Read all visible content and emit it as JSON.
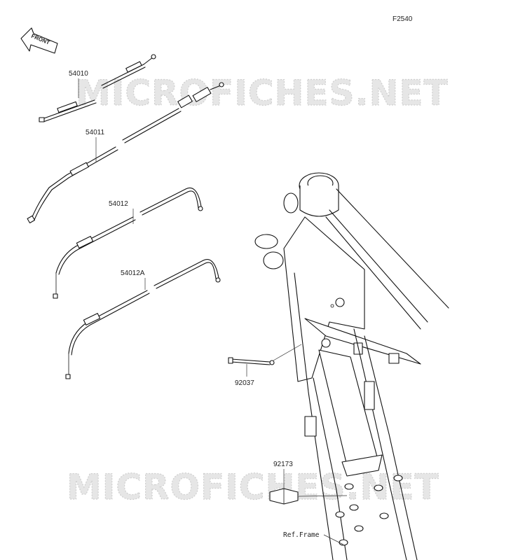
{
  "diagram": {
    "figure_code": "F2540",
    "orientation_arrow": "FRONT",
    "watermark": "MICROFICHES.NET",
    "parts": [
      {
        "number": "54010"
      },
      {
        "number": "54011"
      },
      {
        "number": "54012"
      },
      {
        "number": "54012A"
      },
      {
        "number": "92037"
      },
      {
        "number": "92173"
      }
    ],
    "reference_label": "Ref.Frame"
  }
}
